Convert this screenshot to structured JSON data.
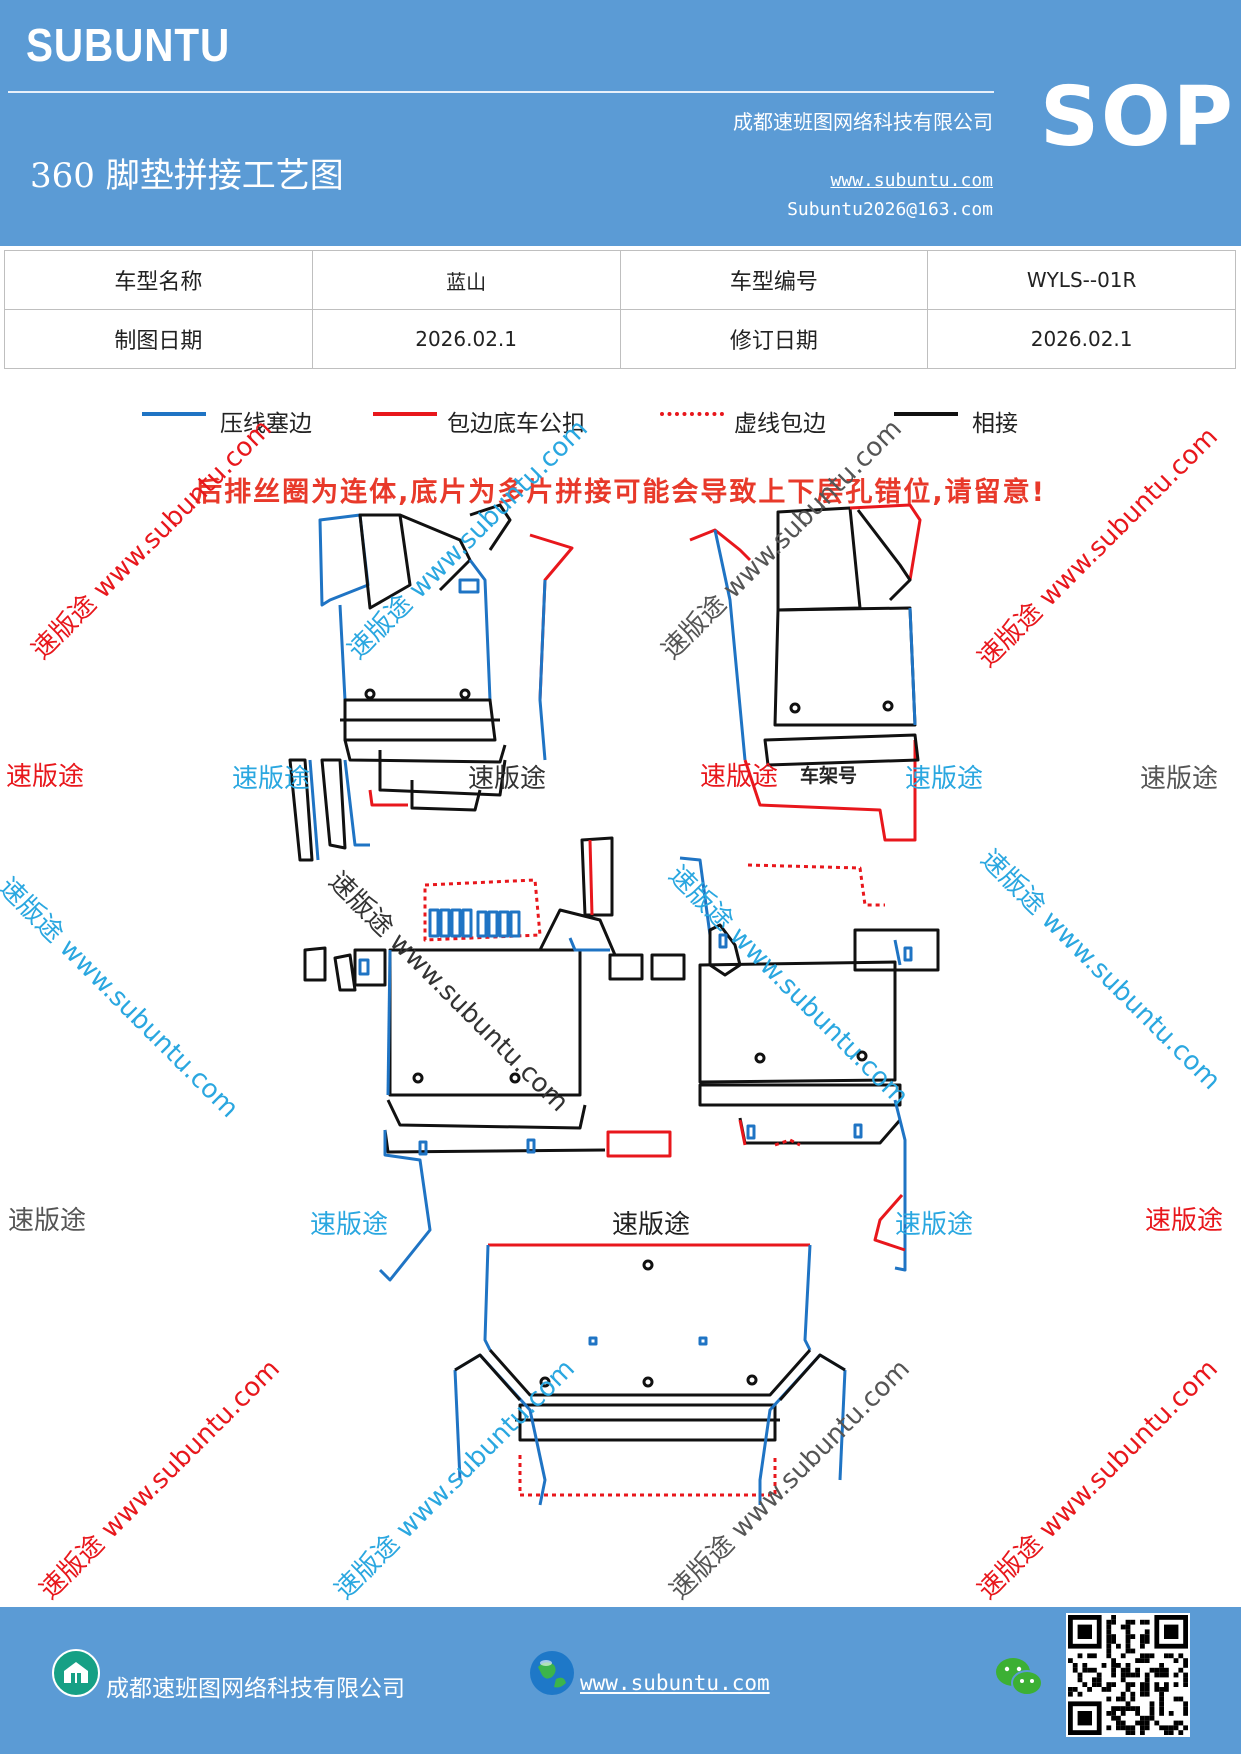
{
  "header": {
    "logo": "SUBUNTU",
    "sop": "SOP",
    "company": "成都速班图网络科技有限公司",
    "title": "360 脚垫拼接工艺图",
    "website": "www.subuntu.com",
    "email": "Subuntu2026@163.com"
  },
  "info_table": {
    "rows": [
      [
        "车型名称",
        "蓝山",
        "车型编号",
        "WYLS--01R"
      ],
      [
        "制图日期",
        "2026.02.1",
        "修订日期",
        "2026.02.1"
      ]
    ]
  },
  "legend": [
    {
      "label": "压线塞边",
      "color": "#1f74c4",
      "style": "solid"
    },
    {
      "label": "包边底车公扣",
      "color": "#e8171c",
      "style": "solid"
    },
    {
      "label": "虚线包边",
      "color": "#e8171c",
      "style": "dotted"
    },
    {
      "label": "相接",
      "color": "#111111",
      "style": "solid"
    }
  ],
  "warning": "后排丝圈为连体,底片为多片拼接可能会导致上下层孔错位,请留意!",
  "drawing_label": "车架号",
  "watermarks": {
    "brand": "速版途",
    "diag": "速版途 www.subuntu.com",
    "url": "www.subuntu.com",
    "colors": {
      "red": "#e8171c",
      "blue": "#2aa7e0",
      "gray": "#555555",
      "dark": "#333333"
    }
  },
  "footer": {
    "company": "成都速班图网络科技有限公司",
    "website": "www.subuntu.com",
    "icons": [
      "company-icon",
      "globe-icon",
      "wechat-icon",
      "qr-code"
    ]
  }
}
